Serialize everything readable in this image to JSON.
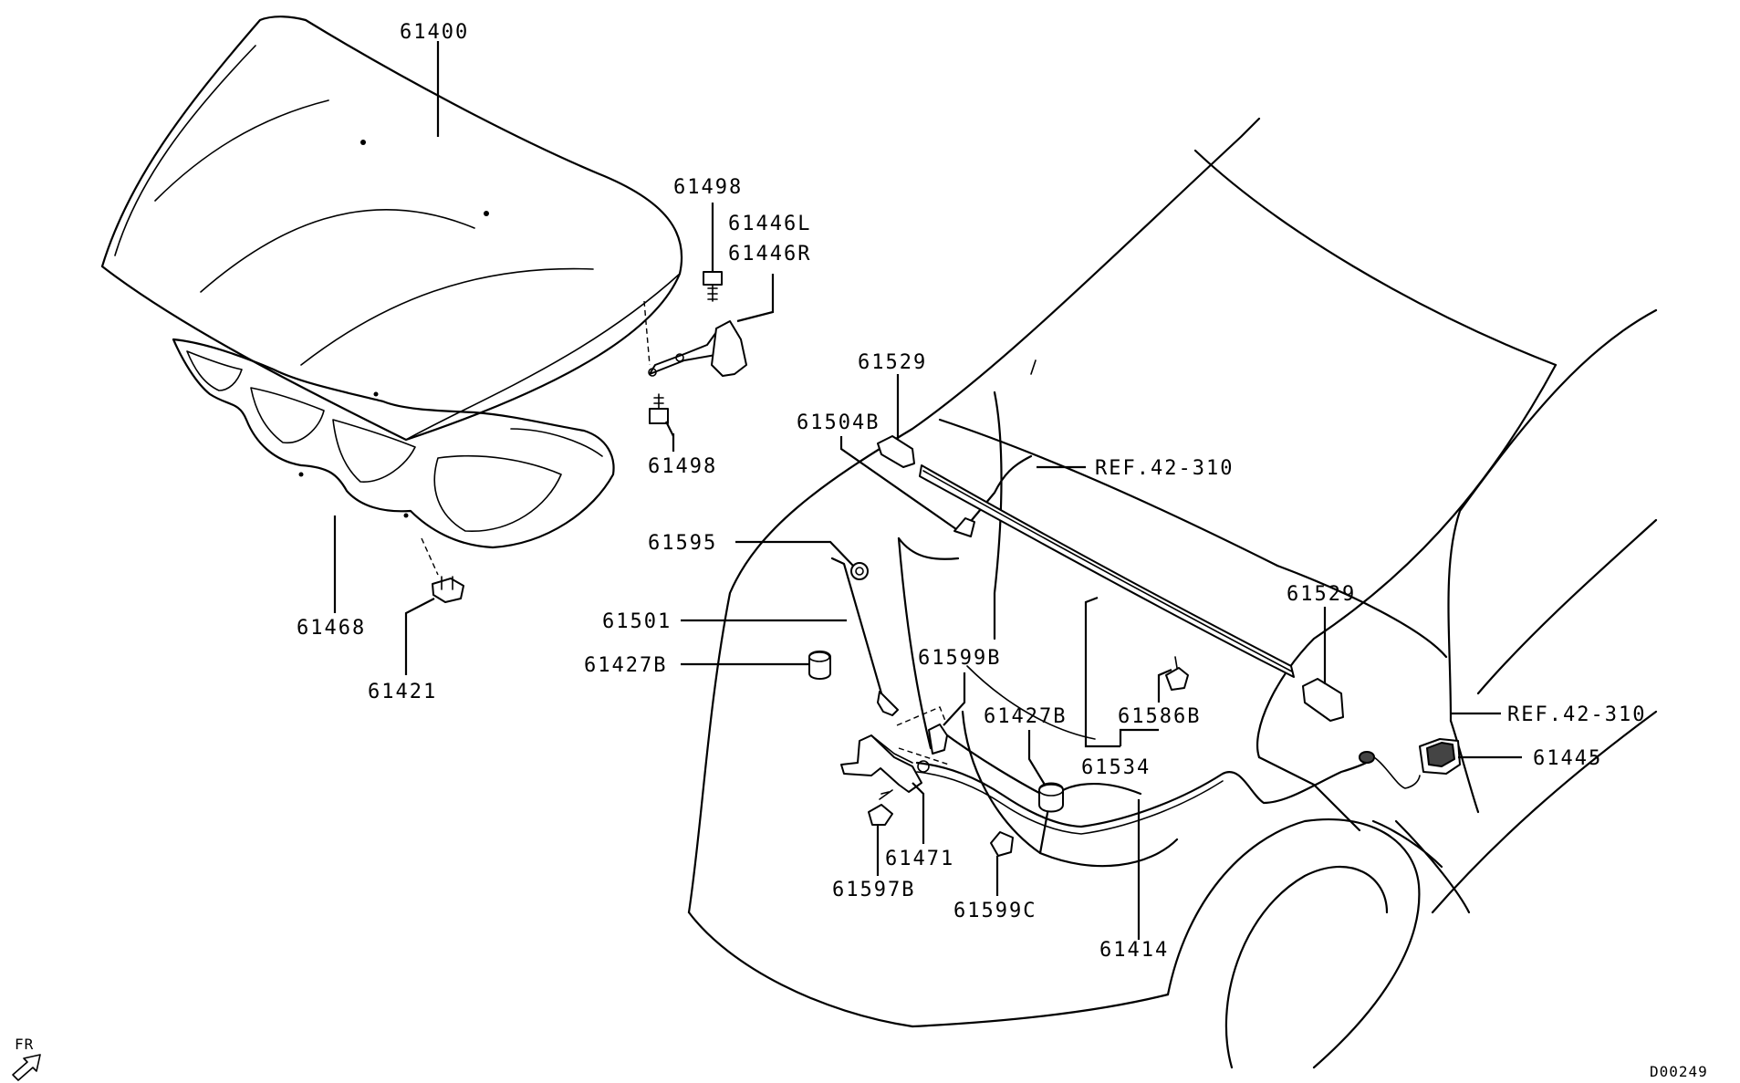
{
  "labels": {
    "p61400": "61400",
    "p61498_top": "61498",
    "p61446L": "61446L",
    "p61446R": "61446R",
    "p61498_bottom": "61498",
    "p61468": "61468",
    "p61421": "61421",
    "p61529_left": "61529",
    "p61504B": "61504B",
    "ref_upper": "REF.42-310",
    "p61595": "61595",
    "p61501": "61501",
    "p61427B_left": "61427B",
    "p61599B": "61599B",
    "p61427B_mid": "61427B",
    "p61586B": "61586B",
    "p61529_right": "61529",
    "p61534": "61534",
    "ref_lower": "REF.42-310",
    "p61445": "61445",
    "p61471": "61471",
    "p61597B": "61597B",
    "p61599C": "61599C",
    "p61414": "61414",
    "front_indicator": "FR",
    "diagram_code": "D00249"
  },
  "icons": {
    "front_arrow": "front-arrow-icon"
  },
  "colors": {
    "line": "#000000",
    "background": "#ffffff"
  }
}
